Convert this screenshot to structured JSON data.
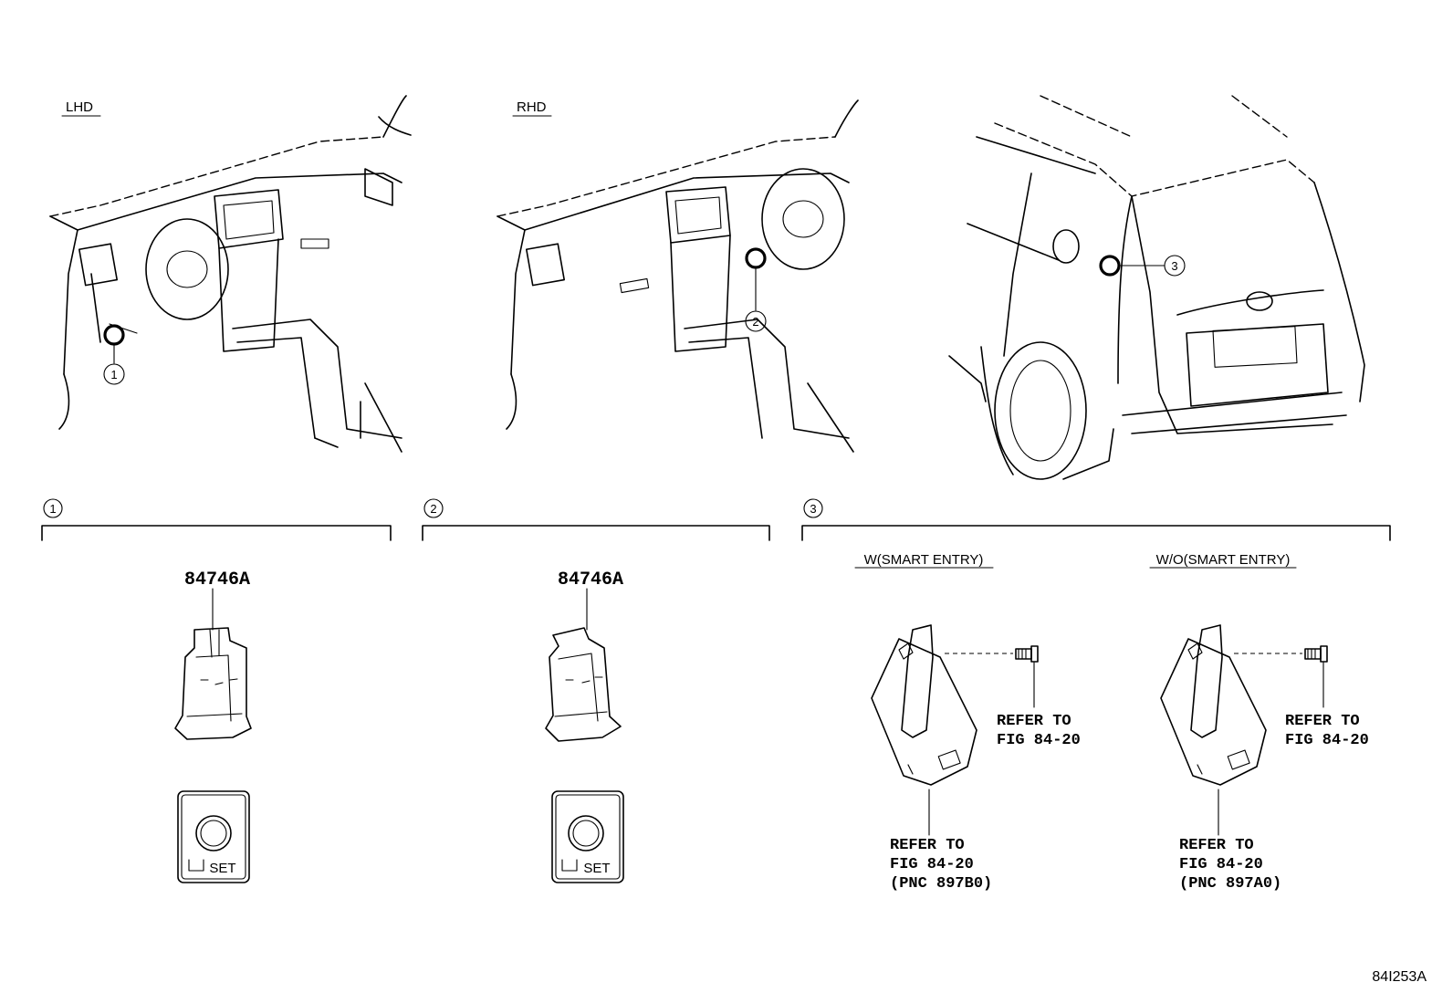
{
  "views": {
    "lhd_label": "LHD",
    "rhd_label": "RHD"
  },
  "callouts": [
    "1",
    "2",
    "3"
  ],
  "sections": [
    {
      "number": "1",
      "part_number": "84746A",
      "switch_label": "SET"
    },
    {
      "number": "2",
      "part_number": "84746A",
      "switch_label": "SET"
    },
    {
      "number": "3",
      "variants": [
        {
          "title": "W(SMART ENTRY)",
          "bolt_ref": [
            "REFER TO",
            "FIG 84-20"
          ],
          "bracket_ref": [
            "REFER TO",
            "FIG 84-20",
            "(PNC 897B0)"
          ]
        },
        {
          "title": "W/O(SMART ENTRY)",
          "bolt_ref": [
            "REFER TO",
            "FIG 84-20"
          ],
          "bracket_ref": [
            "REFER TO",
            "FIG 84-20",
            "(PNC 897A0)"
          ]
        }
      ]
    }
  ],
  "figure_code": "84I253A"
}
